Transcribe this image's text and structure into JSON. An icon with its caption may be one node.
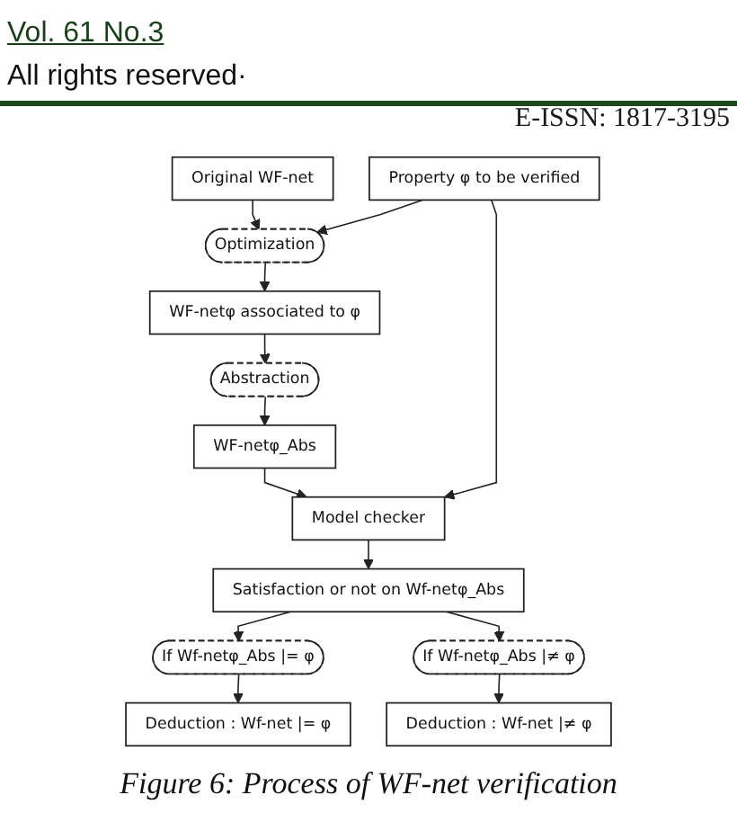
{
  "diagram": {
    "caption": "Figure 6: Process of WF-net verification",
    "nodes": [
      {
        "text": [
          "Original WF-net"
        ]
      },
      {
        "text": [
          "Property φ to be verified"
        ]
      },
      {
        "text": [
          "Optimization"
        ]
      },
      {
        "text": [
          "WF-netφ associated to φ"
        ]
      },
      {
        "text": [
          "Abstraction"
        ]
      },
      {
        "text": [
          "WF-netφ_Abs"
        ]
      },
      {
        "text": [
          "Model checker"
        ]
      },
      {
        "text": [
          "Satisfaction or not on Wf-netφ_Abs"
        ]
      },
      {
        "text": [
          "If Wf-netφ_Abs |= φ"
        ]
      },
      {
        "text": [
          "If Wf-netφ_Abs |≠ φ"
        ]
      },
      {
        "text": [
          "Deduction : Wf-net |= φ"
        ]
      },
      {
        "text": [
          "Deduction : Wf-net |≠ φ"
        ]
      }
    ],
    "edges": [
      {
        "from": 0,
        "to": 2,
        "arrow": "to"
      },
      {
        "from": 1,
        "to": 2,
        "arrow": "to"
      },
      {
        "from": 2,
        "to": 3,
        "arrow": "to"
      },
      {
        "from": 3,
        "to": 4,
        "arrow": "to"
      },
      {
        "from": 4,
        "to": 5,
        "arrow": "to"
      },
      {
        "from": 5,
        "to": 6,
        "arrow": "to"
      },
      {
        "from": 1,
        "to": 6,
        "arrow": "to"
      },
      {
        "from": 6,
        "to": 7,
        "arrow": "to"
      },
      {
        "from": 7,
        "to": 8,
        "arrow": "to"
      },
      {
        "from": 7,
        "to": 9,
        "arrow": "to"
      },
      {
        "from": 8,
        "to": 10,
        "arrow": "to"
      },
      {
        "from": 9,
        "to": 11,
        "arrow": "to"
      }
    ],
    "labels": [
      "Vol. 61 No.3",
      "All rights reserved·",
      "E-ISSN: 1817-3195"
    ]
  }
}
